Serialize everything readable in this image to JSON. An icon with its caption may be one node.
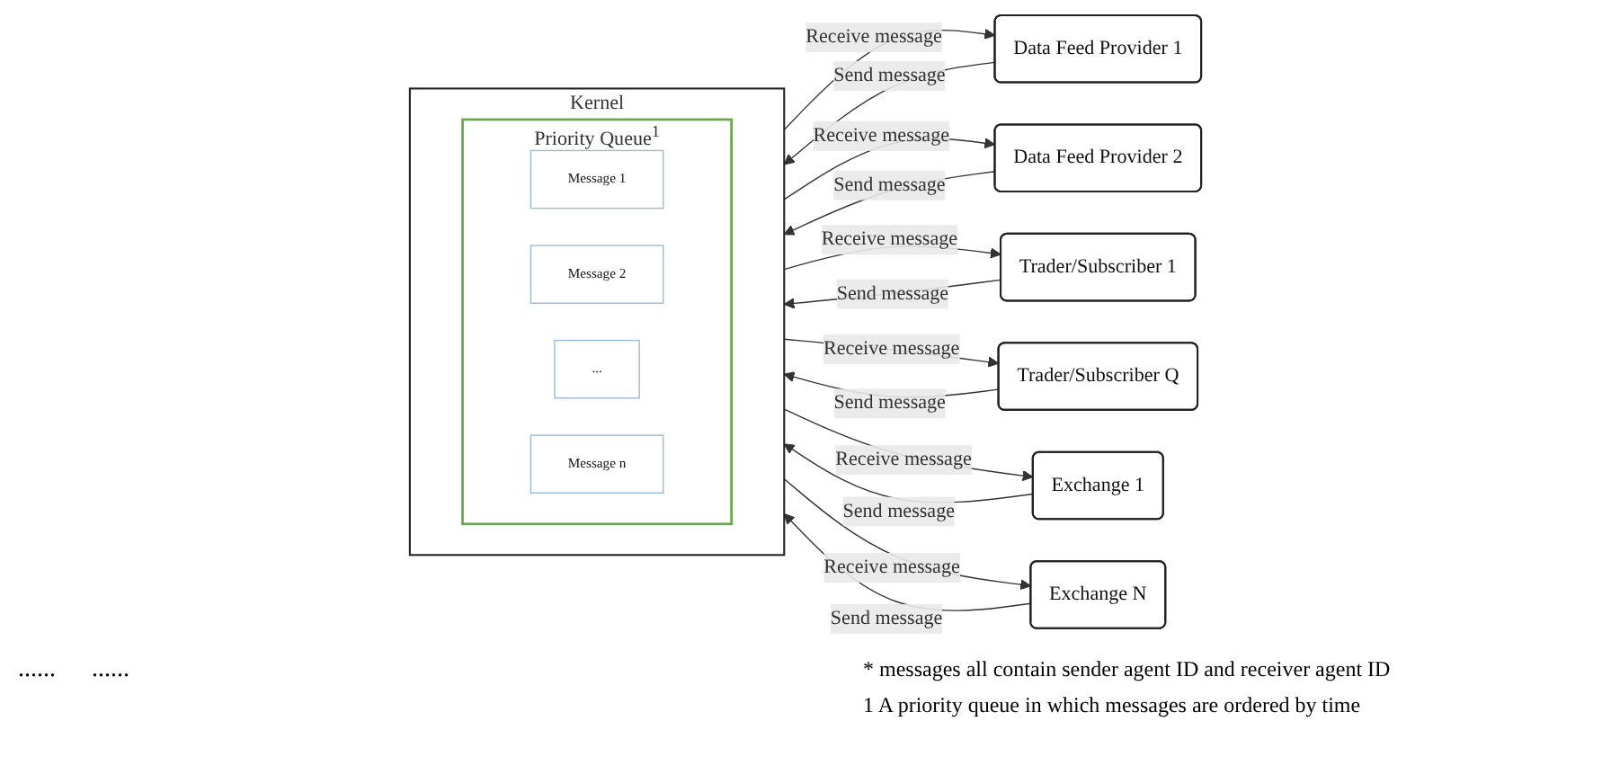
{
  "diagram": {
    "nodes": [
      {
        "text": [
          "Data Feed Provider 1"
        ]
      },
      {
        "text": [
          "Data Feed Provider 2"
        ]
      },
      {
        "text": [
          "Kernel"
        ]
      },
      {
        "text": [
          "Priority Queue"
        ],
        "in": 2,
        "beside": [
          "1"
        ]
      },
      {
        "text": [
          "Message 1"
        ],
        "in": 3
      },
      {
        "text": [
          "Message 2"
        ],
        "in": 3
      },
      {
        "text": [
          "..."
        ],
        "in": 3
      },
      {
        "text": [
          "Message n"
        ],
        "in": 3
      },
      {
        "text": [
          "Trader/Subscriber 1"
        ]
      },
      {
        "text": [
          "Trader/Subscriber Q"
        ]
      },
      {
        "text": [
          "Exchange 1"
        ]
      },
      {
        "text": [
          "Exchange N"
        ]
      }
    ],
    "edges": [
      {
        "from": 0,
        "to": 2,
        "arrow": "to",
        "label": "Send message"
      },
      {
        "from": 2,
        "to": 0,
        "arrow": "to",
        "label": "Receive message"
      },
      {
        "from": 1,
        "to": 2,
        "arrow": "to",
        "label": "Send message"
      },
      {
        "from": 2,
        "to": 1,
        "arrow": "to",
        "label": "Receive message"
      },
      {
        "from": 8,
        "to": 2,
        "arrow": "to",
        "label": "Send message"
      },
      {
        "from": 2,
        "to": 8,
        "arrow": "to",
        "label": "Receive message"
      },
      {
        "from": 9,
        "to": 2,
        "arrow": "to",
        "label": "Send message"
      },
      {
        "from": 2,
        "to": 9,
        "arrow": "to",
        "label": "Receive message"
      },
      {
        "from": 10,
        "to": 2,
        "arrow": "to",
        "label": "Send message"
      },
      {
        "from": 2,
        "to": 10,
        "arrow": "to",
        "label": "Receive message"
      },
      {
        "from": 11,
        "to": 2,
        "arrow": "to",
        "label": "Send message"
      },
      {
        "from": 2,
        "to": 11,
        "arrow": "to",
        "label": "Receive message"
      }
    ],
    "labels": [
      "......",
      "......",
      "* messages all contain sender agent ID and receiver agent ID",
      "1 A priority queue in which messages are ordered by time"
    ]
  }
}
